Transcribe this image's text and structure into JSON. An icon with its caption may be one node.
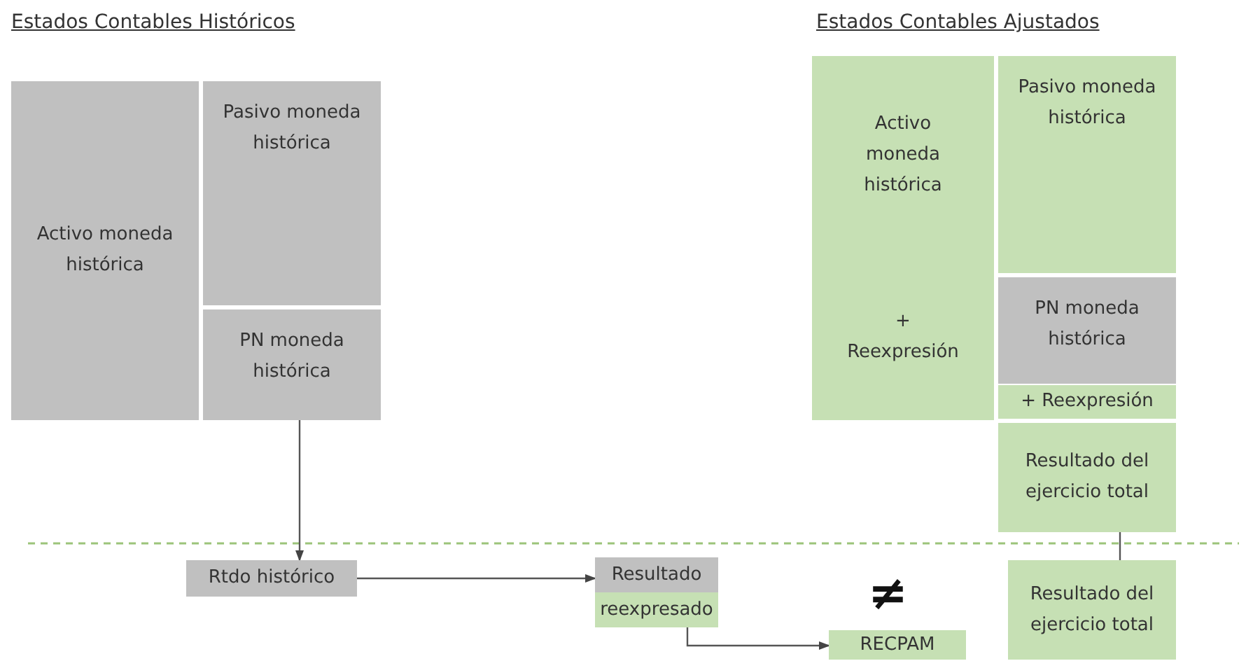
{
  "diagram": {
    "nodes": [
      {
        "text": [
          "Activo moneda histórica"
        ]
      },
      {
        "text": [
          "Pasivo moneda histórica"
        ]
      },
      {
        "text": [
          "PN moneda histórica"
        ]
      },
      {
        "text": [
          "Activo moneda histórica",
          "+ Reexpresión"
        ]
      },
      {
        "text": [
          "Pasivo moneda histórica"
        ]
      },
      {
        "text": [
          "PN moneda histórica"
        ]
      },
      {
        "text": [
          "+ Reexpresión"
        ]
      },
      {
        "text": [
          "Resultado del ejercicio total"
        ]
      },
      {
        "text": [
          "Rtdo histórico"
        ]
      },
      {
        "text": [
          "Resultado",
          "reexpresado"
        ]
      },
      {
        "text": [
          "RECPAM"
        ]
      },
      {
        "text": [
          "Resultado del ejercicio total"
        ]
      }
    ],
    "edges": [
      {
        "from": 2,
        "to": 8,
        "arrow": "to"
      },
      {
        "from": 8,
        "to": 9,
        "arrow": "to"
      },
      {
        "from": 9,
        "to": 10,
        "arrow": "to"
      },
      {
        "from": 7,
        "to": 11,
        "arrow": "none"
      }
    ],
    "labels": [
      "Estados Contables Históricos",
      "Estados Contables Ajustados",
      "≠"
    ]
  }
}
